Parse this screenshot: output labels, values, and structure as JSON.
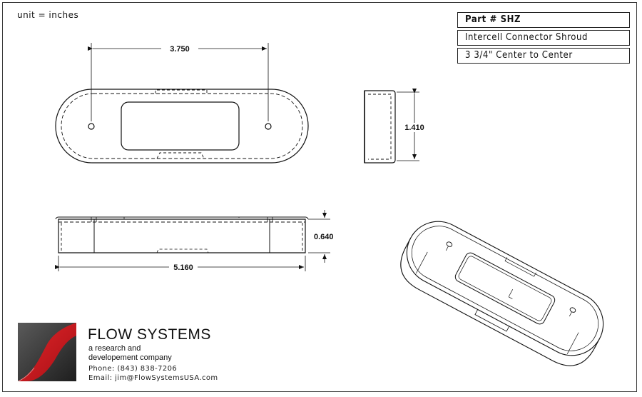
{
  "unit_note": "unit = inches",
  "title_block": {
    "part_number": "Part # SHZ",
    "description": "Intercell Connector Shroud",
    "spacing": "3 3/4\" Center to Center"
  },
  "dimensions": {
    "center_to_center": "3.750",
    "width": "1.410",
    "height": "0.640",
    "length": "5.160"
  },
  "company": {
    "name": "FLOW SYSTEMS",
    "tagline_line1": "a research and",
    "tagline_line2": "developement company",
    "phone": "Phone: (843) 838-7206",
    "email": "Email: jim@FlowSystemsUSA.com"
  },
  "colors": {
    "logo_red": "#c8151b",
    "logo_dark": "#2b2b2b",
    "line": "#111111"
  }
}
